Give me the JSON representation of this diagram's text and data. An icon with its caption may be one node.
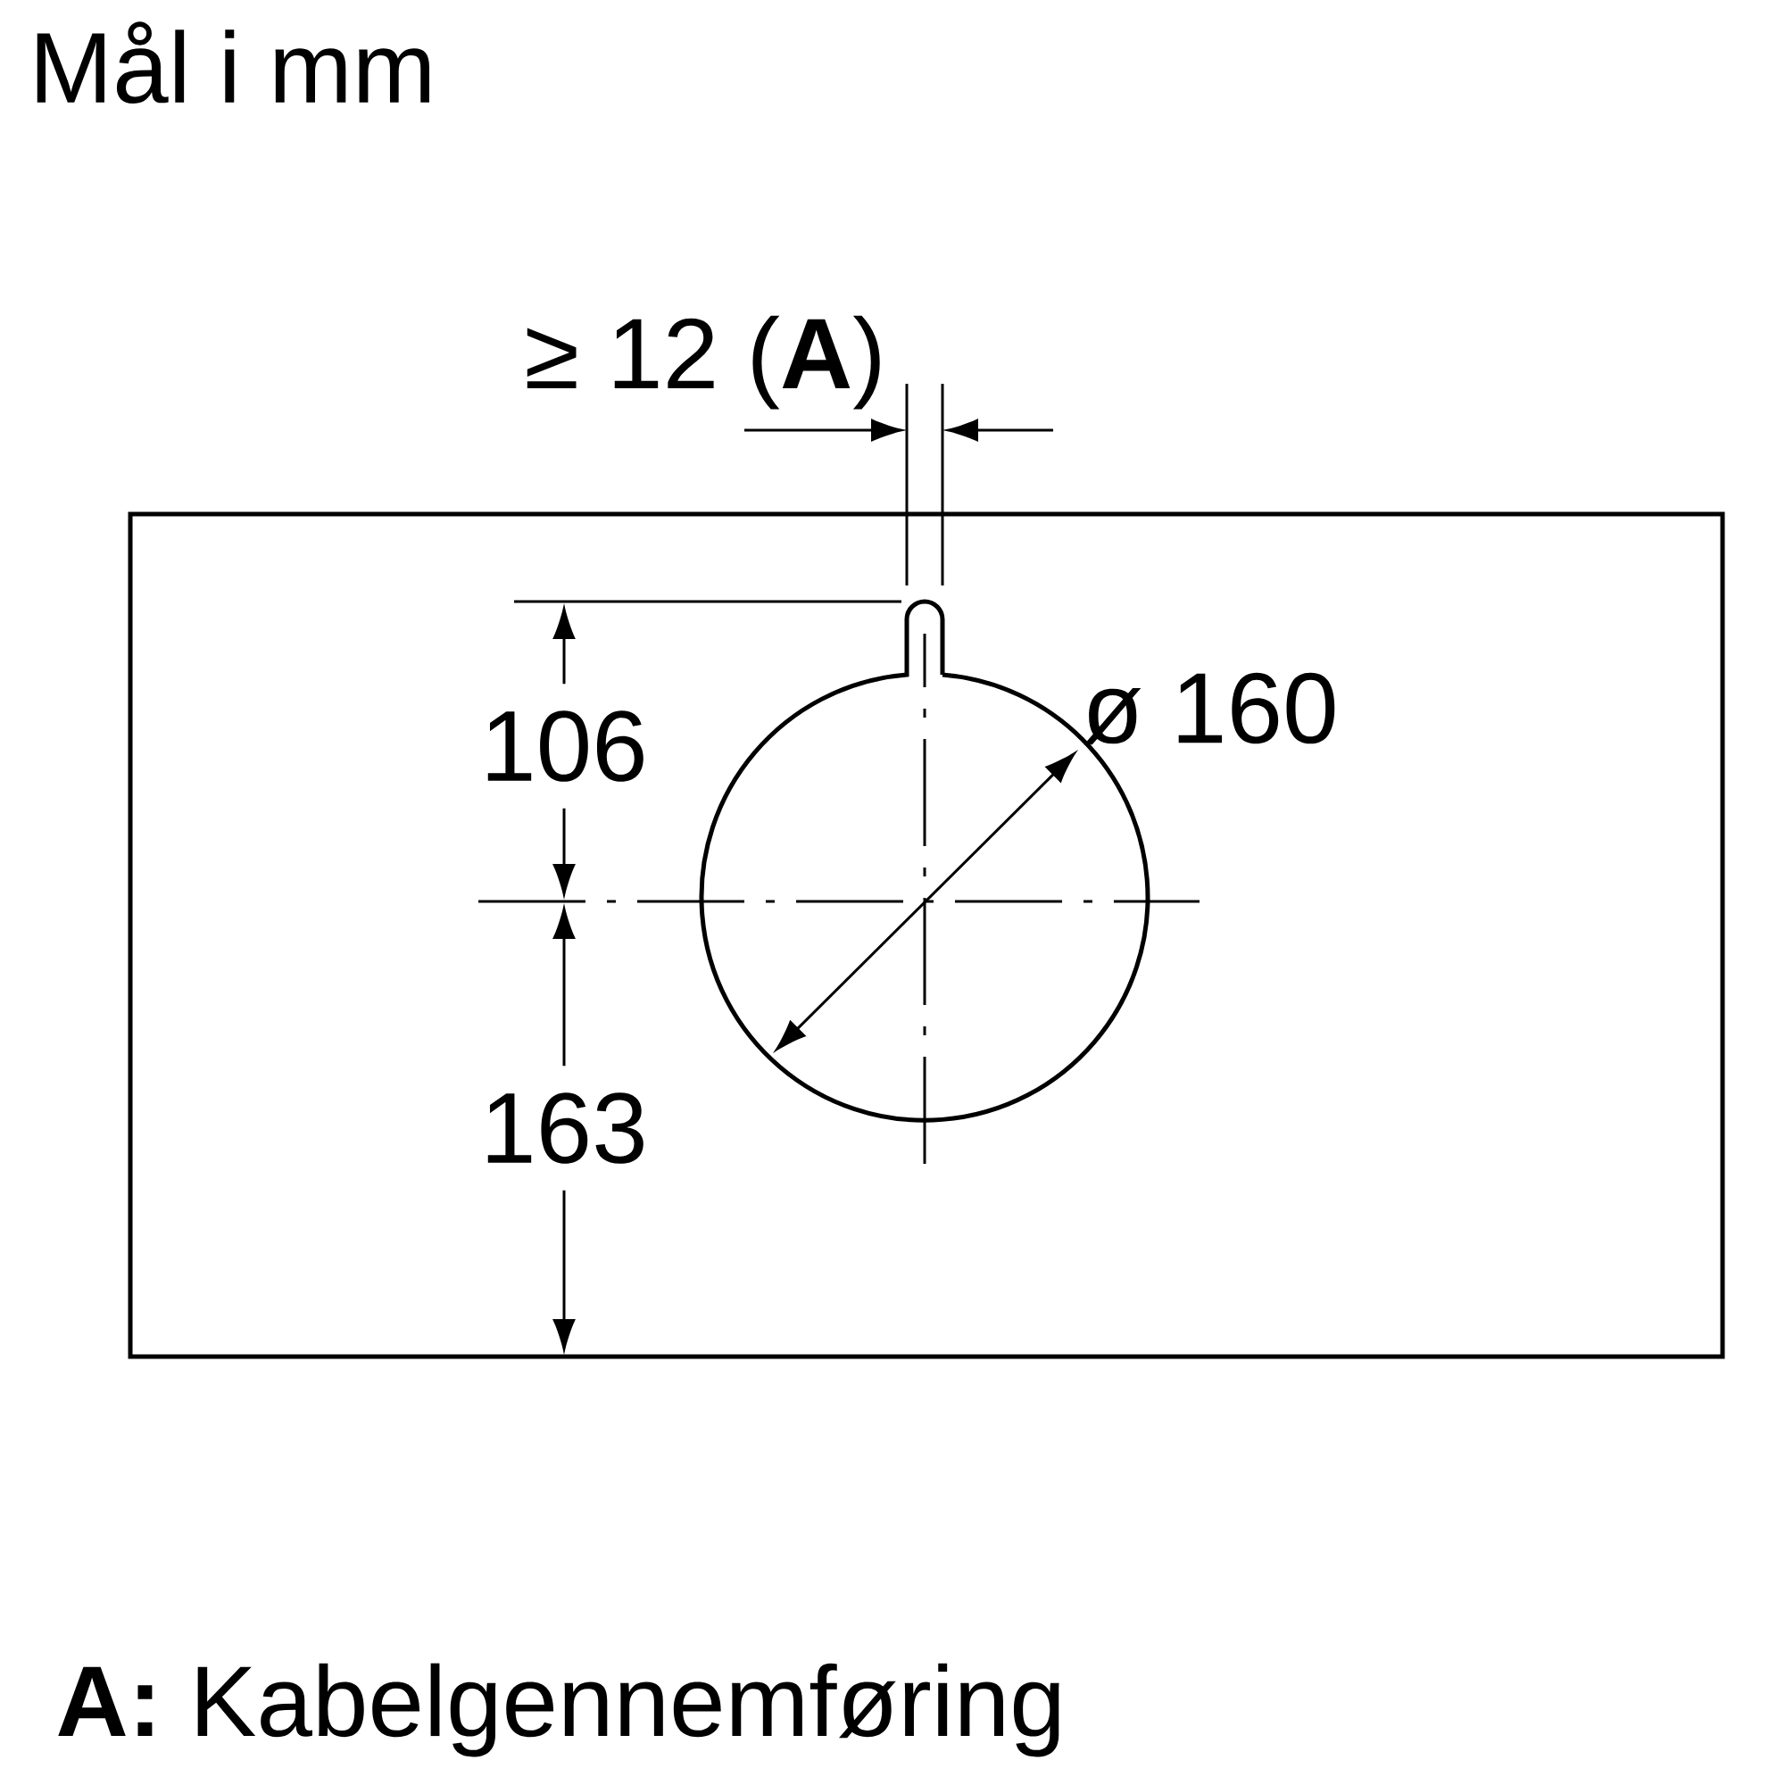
{
  "diagram": {
    "title": "Mål i mm",
    "labels": [
      "≥ 12 (**A**)",
      "106",
      "ø 160",
      "163",
      "**A:** Kabelgennemføring"
    ]
  }
}
